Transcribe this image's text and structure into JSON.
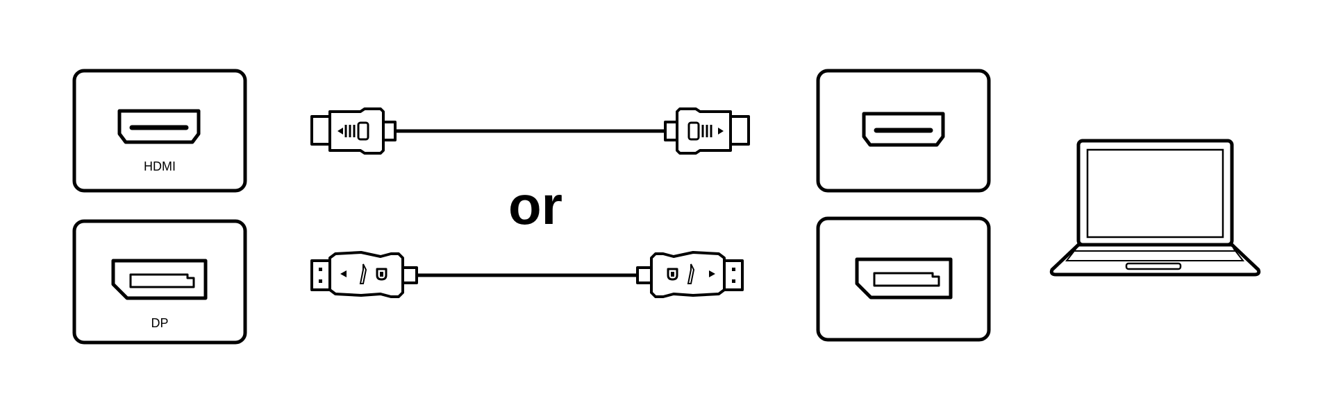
{
  "monitor_ports": {
    "hdmi": {
      "label": "HDMI",
      "icon": "hdmi-port-icon"
    },
    "dp": {
      "label": "DP",
      "icon": "displayport-port-icon"
    }
  },
  "cables": {
    "hdmi": {
      "icon": "hdmi-cable-icon"
    },
    "dp": {
      "icon": "displayport-cable-icon"
    }
  },
  "connector_word": "or",
  "computer_ports": {
    "hdmi": {
      "icon": "hdmi-port-icon"
    },
    "dp": {
      "icon": "displayport-port-icon"
    }
  },
  "computer": {
    "icon": "laptop-icon"
  },
  "colors": {
    "stroke": "#000000",
    "background": "#ffffff"
  }
}
